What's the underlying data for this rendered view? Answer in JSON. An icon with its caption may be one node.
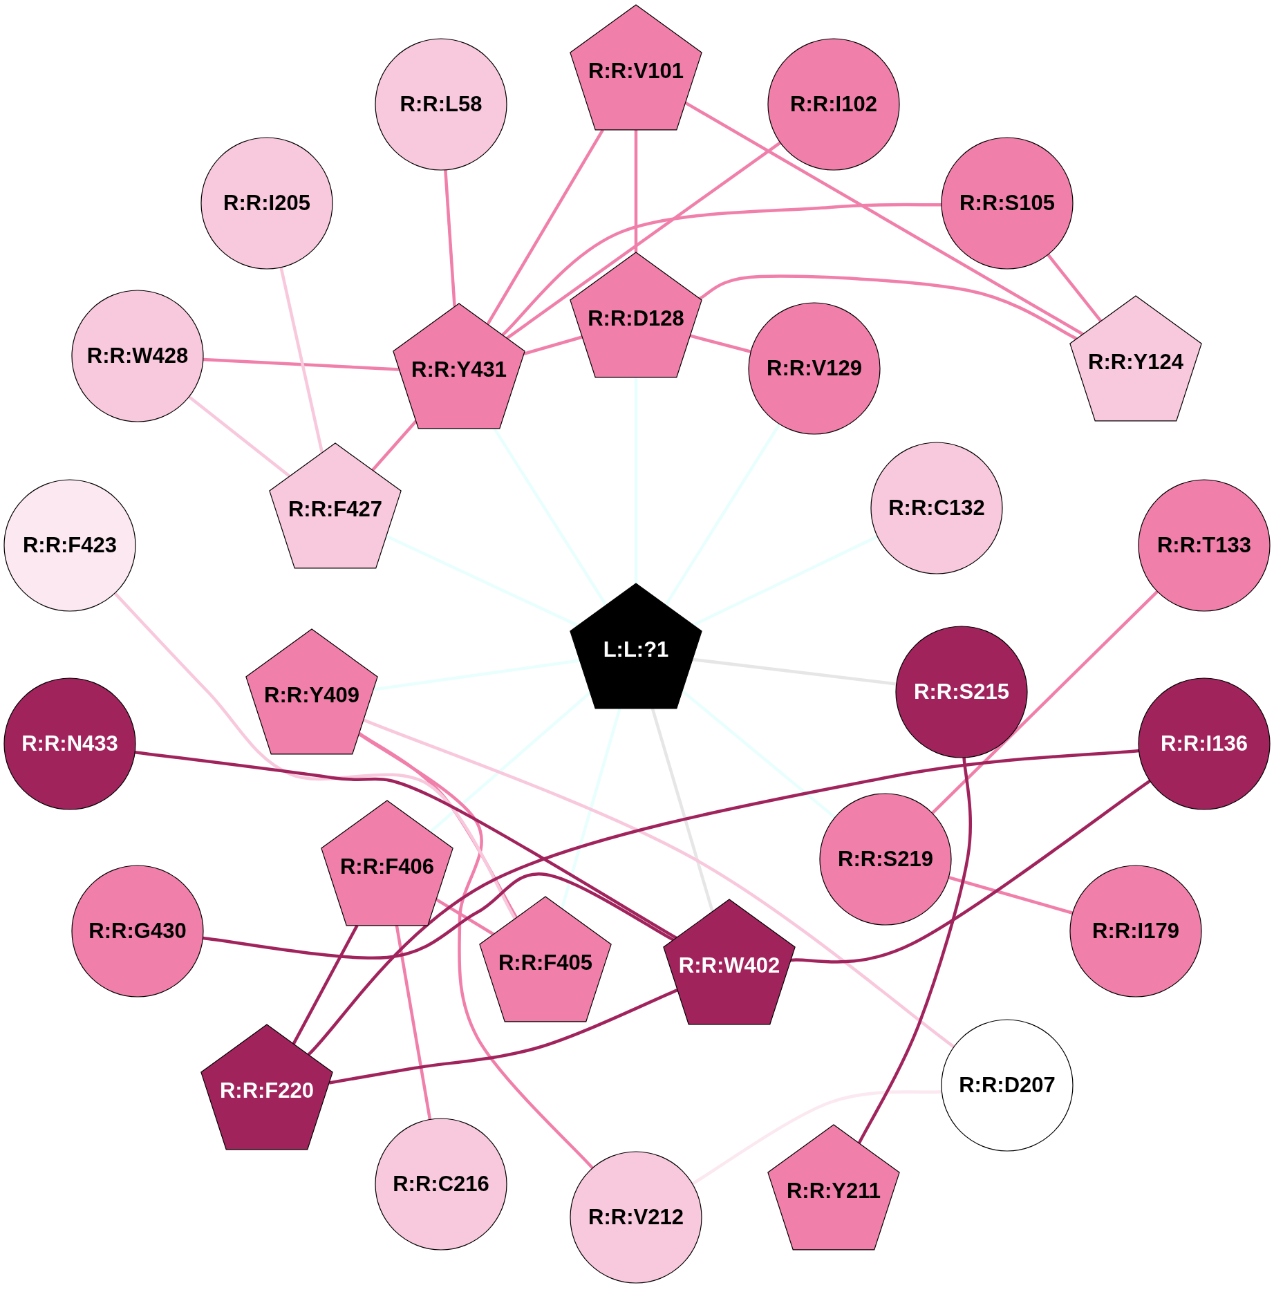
{
  "diagram": {
    "nodes": [
      {
        "text": [
          "R:R:V101"
        ]
      },
      {
        "text": [
          "R:R:L58"
        ]
      },
      {
        "text": [
          "R:R:I102"
        ]
      },
      {
        "text": [
          "R:R:I205"
        ]
      },
      {
        "text": [
          "R:R:S105"
        ]
      },
      {
        "text": [
          "R:R:D128"
        ]
      },
      {
        "text": [
          "R:R:W428"
        ]
      },
      {
        "text": [
          "R:R:Y431"
        ]
      },
      {
        "text": [
          "R:R:V129"
        ]
      },
      {
        "text": [
          "R:R:Y124"
        ]
      },
      {
        "text": [
          "R:R:F427"
        ]
      },
      {
        "text": [
          "R:R:C132"
        ]
      },
      {
        "text": [
          "R:R:F423"
        ]
      },
      {
        "text": [
          "R:R:T133"
        ]
      },
      {
        "text": [
          "L:L:?1"
        ]
      },
      {
        "text": [
          "R:R:Y409"
        ]
      },
      {
        "text": [
          "R:R:S215"
        ]
      },
      {
        "text": [
          "R:R:N433"
        ]
      },
      {
        "text": [
          "R:R:I136"
        ]
      },
      {
        "text": [
          "R:R:F406"
        ]
      },
      {
        "text": [
          "R:R:S219"
        ]
      },
      {
        "text": [
          "R:R:G430"
        ]
      },
      {
        "text": [
          "R:R:F405"
        ]
      },
      {
        "text": [
          "R:R:W402"
        ]
      },
      {
        "text": [
          "R:R:I179"
        ]
      },
      {
        "text": [
          "R:R:F220"
        ]
      },
      {
        "text": [
          "R:R:D207"
        ]
      },
      {
        "text": [
          "R:R:C216"
        ]
      },
      {
        "text": [
          "R:R:V212"
        ]
      },
      {
        "text": [
          "R:R:Y211"
        ]
      }
    ],
    "edges": [
      {
        "from": 14,
        "to": 5,
        "arrow": "none",
        "color": "#e8fffe"
      },
      {
        "from": 14,
        "to": 7,
        "arrow": "none",
        "color": "#e8fffe"
      },
      {
        "from": 14,
        "to": 8,
        "arrow": "none",
        "color": "#e8fffe"
      },
      {
        "from": 14,
        "to": 10,
        "arrow": "none",
        "color": "#e8fffe"
      },
      {
        "from": 14,
        "to": 11,
        "arrow": "none",
        "color": "#e8fffe"
      },
      {
        "from": 14,
        "to": 15,
        "arrow": "none",
        "color": "#e8fffe"
      },
      {
        "from": 14,
        "to": 19,
        "arrow": "none",
        "color": "#e8fffe"
      },
      {
        "from": 14,
        "to": 22,
        "arrow": "none",
        "color": "#e8fffe"
      },
      {
        "from": 14,
        "to": 20,
        "arrow": "none",
        "color": "#e8fffe"
      },
      {
        "from": 14,
        "to": 16,
        "arrow": "none",
        "color": "#e6e6e6"
      },
      {
        "from": 14,
        "to": 23,
        "arrow": "none",
        "color": "#e6e6e6"
      },
      {
        "from": 0,
        "to": 7,
        "arrow": "none"
      },
      {
        "from": 0,
        "to": 5,
        "arrow": "none"
      },
      {
        "from": 0,
        "to": 9,
        "arrow": "none"
      },
      {
        "from": 1,
        "to": 7,
        "arrow": "none"
      },
      {
        "from": 2,
        "to": 7,
        "arrow": "none"
      },
      {
        "from": 4,
        "to": 7,
        "arrow": "none"
      },
      {
        "from": 4,
        "to": 9,
        "arrow": "none"
      },
      {
        "from": 5,
        "to": 7,
        "arrow": "none"
      },
      {
        "from": 5,
        "to": 8,
        "arrow": "none"
      },
      {
        "from": 5,
        "to": 9,
        "arrow": "none"
      },
      {
        "from": 6,
        "to": 7,
        "arrow": "none"
      },
      {
        "from": 7,
        "to": 10,
        "arrow": "none"
      },
      {
        "from": 15,
        "to": 22,
        "arrow": "none"
      },
      {
        "from": 15,
        "to": 28,
        "arrow": "none"
      },
      {
        "from": 19,
        "to": 22,
        "arrow": "none"
      },
      {
        "from": 19,
        "to": 27,
        "arrow": "none"
      },
      {
        "from": 13,
        "to": 20,
        "arrow": "none"
      },
      {
        "from": 20,
        "to": 24,
        "arrow": "none"
      },
      {
        "from": 3,
        "to": 10,
        "arrow": "none",
        "color": "#f8c8dc"
      },
      {
        "from": 6,
        "to": 10,
        "arrow": "none",
        "color": "#f8c8dc"
      },
      {
        "from": 12,
        "to": 22,
        "arrow": "none",
        "color": "#f8c8dc"
      },
      {
        "from": 15,
        "to": 26,
        "arrow": "none",
        "color": "#f8c8dc"
      },
      {
        "from": 26,
        "to": 28,
        "arrow": "none",
        "color": "#fbe8f0"
      },
      {
        "from": 17,
        "to": 23,
        "arrow": "none",
        "color": "#a0235c"
      },
      {
        "from": 21,
        "to": 23,
        "arrow": "none",
        "color": "#a0235c"
      },
      {
        "from": 18,
        "to": 25,
        "arrow": "none",
        "color": "#a0235c"
      },
      {
        "from": 18,
        "to": 23,
        "arrow": "none",
        "color": "#a0235c"
      },
      {
        "from": 25,
        "to": 23,
        "arrow": "none",
        "color": "#a0235c"
      },
      {
        "from": 19,
        "to": 25,
        "arrow": "none",
        "color": "#a0235c"
      },
      {
        "from": 16,
        "to": 29,
        "arrow": "none",
        "color": "#a0235c"
      }
    ]
  }
}
